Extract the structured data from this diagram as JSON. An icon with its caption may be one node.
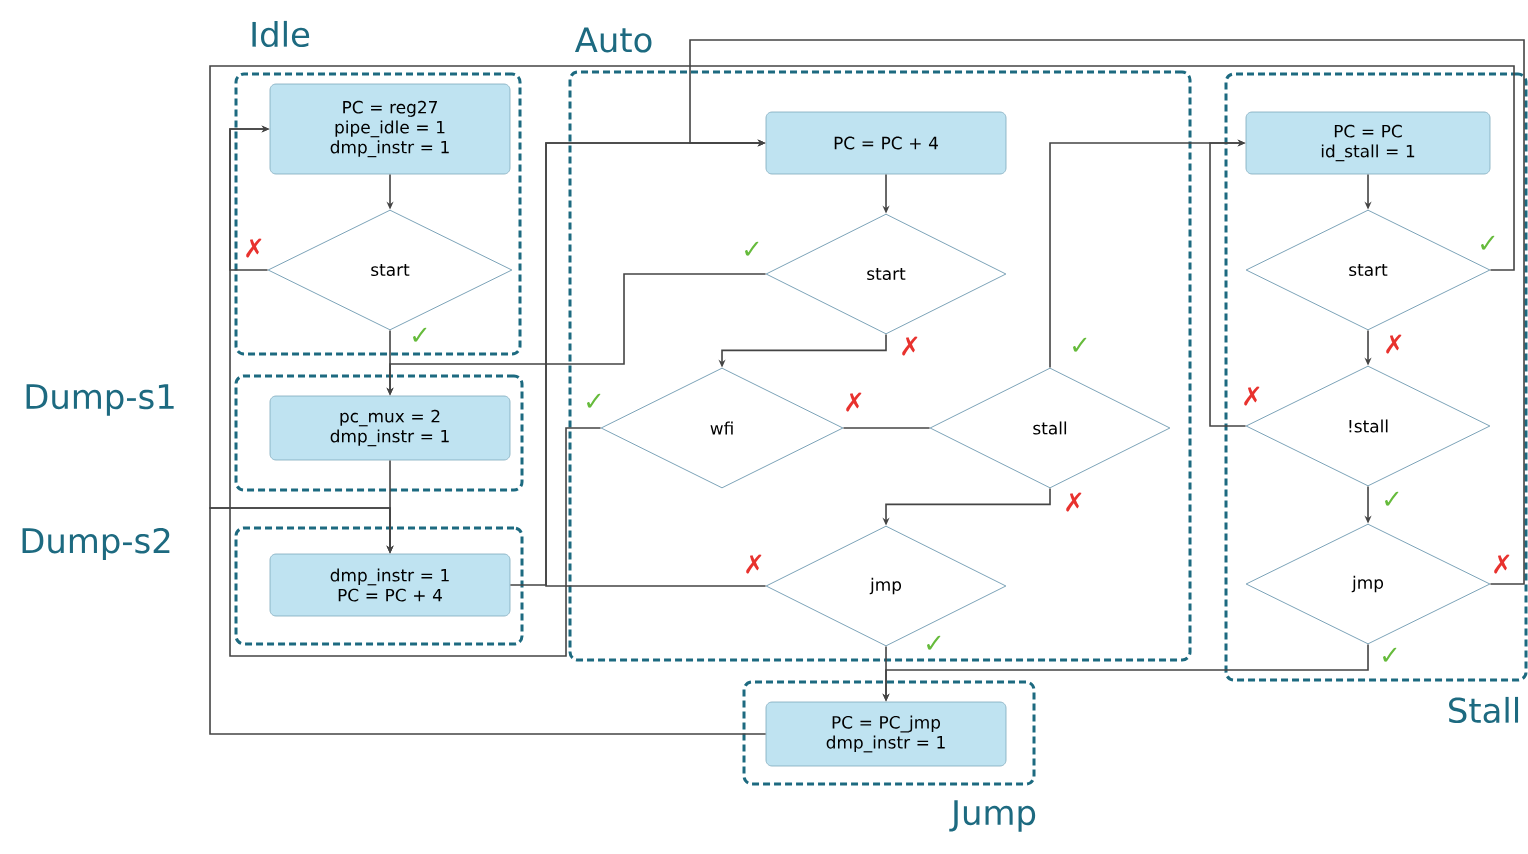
{
  "diagram": {
    "nodes": [
      {
        "text": [
          "Idle"
        ]
      },
      {
        "text": [
          "PC = reg27 pipe_idle = 1 dmp_instr = 1"
        ],
        "in": 0
      },
      {
        "text": [
          "start"
        ],
        "in": 0
      },
      {
        "text": [
          "Dump-s1"
        ]
      },
      {
        "text": [
          "pc_mux = 2 dmp_instr = 1"
        ],
        "in": 3
      },
      {
        "text": [
          "Dump-s2"
        ]
      },
      {
        "text": [
          "dmp_instr = 1 PC = PC + 4"
        ],
        "in": 5
      },
      {
        "text": [
          "Auto"
        ]
      },
      {
        "text": [
          "PC = PC + 4"
        ],
        "in": 7
      },
      {
        "text": [
          "start"
        ],
        "in": 7
      },
      {
        "text": [
          "wfi"
        ],
        "in": 7
      },
      {
        "text": [
          "stall"
        ],
        "in": 7
      },
      {
        "text": [
          "jmp"
        ],
        "in": 7
      },
      {
        "text": [
          "Stall"
        ]
      },
      {
        "text": [
          "PC = PC id_stall = 1"
        ],
        "in": 13
      },
      {
        "text": [
          "start"
        ],
        "in": 13
      },
      {
        "text": [
          "!stall"
        ],
        "in": 13
      },
      {
        "text": [
          "jmp"
        ],
        "in": 13
      },
      {
        "text": [
          "Jump"
        ]
      },
      {
        "text": [
          "PC = PC_jmp dmp_instr = 1"
        ],
        "in": 18
      }
    ],
    "edges": [
      {
        "from": 1,
        "to": 2,
        "arrow": "to"
      },
      {
        "from": 2,
        "to": 1,
        "arrow": "to",
        "label": "✗"
      },
      {
        "from": 2,
        "to": 4,
        "arrow": "to",
        "label": "✓"
      },
      {
        "from": 4,
        "to": 6,
        "arrow": "to"
      },
      {
        "from": 6,
        "to": 8,
        "arrow": "to"
      },
      {
        "from": 8,
        "to": 9,
        "arrow": "to"
      },
      {
        "from": 9,
        "to": 4,
        "arrow": "to",
        "label": "✓"
      },
      {
        "from": 9,
        "to": 10,
        "arrow": "to",
        "label": "✗"
      },
      {
        "from": 10,
        "to": 1,
        "arrow": "to",
        "label": "✓"
      },
      {
        "from": 10,
        "to": 11,
        "arrow": "none",
        "label": "✗"
      },
      {
        "from": 11,
        "to": 14,
        "arrow": "to",
        "label": "✓"
      },
      {
        "from": 11,
        "to": 12,
        "arrow": "to",
        "label": "✗"
      },
      {
        "from": 12,
        "to": 8,
        "arrow": "to",
        "label": "✗"
      },
      {
        "from": 12,
        "to": 19,
        "arrow": "to",
        "label": "✓"
      },
      {
        "from": 14,
        "to": 15,
        "arrow": "to"
      },
      {
        "from": 15,
        "to": 6,
        "arrow": "to",
        "label": "✓"
      },
      {
        "from": 15,
        "to": 16,
        "arrow": "to",
        "label": "✗"
      },
      {
        "from": 16,
        "to": 14,
        "arrow": "to",
        "label": "✗"
      },
      {
        "from": 16,
        "to": 17,
        "arrow": "to",
        "label": "✓"
      },
      {
        "from": 17,
        "to": 8,
        "arrow": "to",
        "label": "✗"
      },
      {
        "from": 17,
        "to": 19,
        "arrow": "to",
        "label": "✓"
      },
      {
        "from": 19,
        "to": 6,
        "arrow": "to"
      }
    ]
  }
}
